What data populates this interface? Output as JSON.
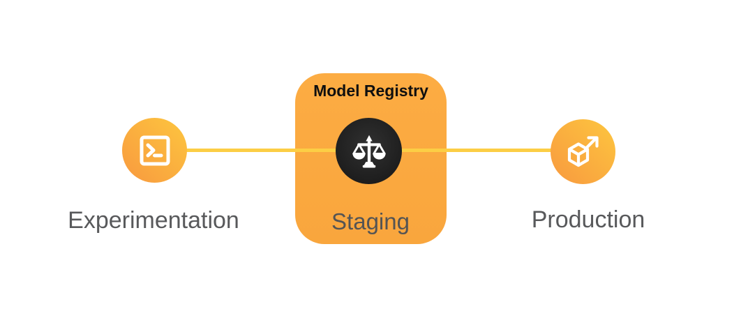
{
  "diagram": {
    "registry": {
      "title": "Model Registry",
      "stage_label": "Staging"
    },
    "stages": [
      {
        "id": "experimentation",
        "label": "Experimentation",
        "icon": "terminal-icon"
      },
      {
        "id": "staging",
        "label": "Staging",
        "icon": "scales-icon"
      },
      {
        "id": "production",
        "label": "Production",
        "icon": "cube-arrow-icon"
      }
    ],
    "colors": {
      "background": "#ffffff",
      "node_gradient_top_right": "#fdc63f",
      "node_gradient_bottom_left": "#f8993f",
      "card_fill": "#fba941",
      "connector_line": "#fcce45",
      "dark_circle": "#1e1e1e",
      "icon": "#ffffff",
      "label_text": "#58595b",
      "registry_title_text": "#0f0f0f"
    }
  }
}
